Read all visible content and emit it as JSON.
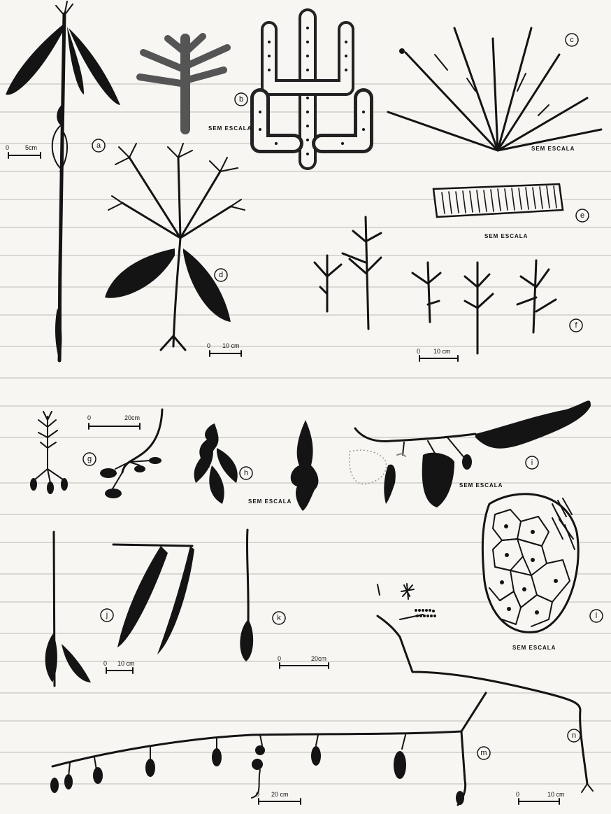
{
  "figure_labels": {
    "a": "a",
    "b": "b",
    "c": "c",
    "d": "d",
    "e": "e",
    "f": "f",
    "g": "g",
    "h": "h",
    "i": "i",
    "j": "j",
    "k": "k",
    "l": "l",
    "m": "m",
    "n": "n"
  },
  "scale_labels": {
    "a": "5cm",
    "d": "10 cm",
    "f": "10 cm",
    "g": "20cm",
    "j": "10 cm",
    "k": "20cm",
    "m": "20 cm",
    "n": "10 cm",
    "zero": "0"
  },
  "no_scale_label": "SEM ESCALA"
}
